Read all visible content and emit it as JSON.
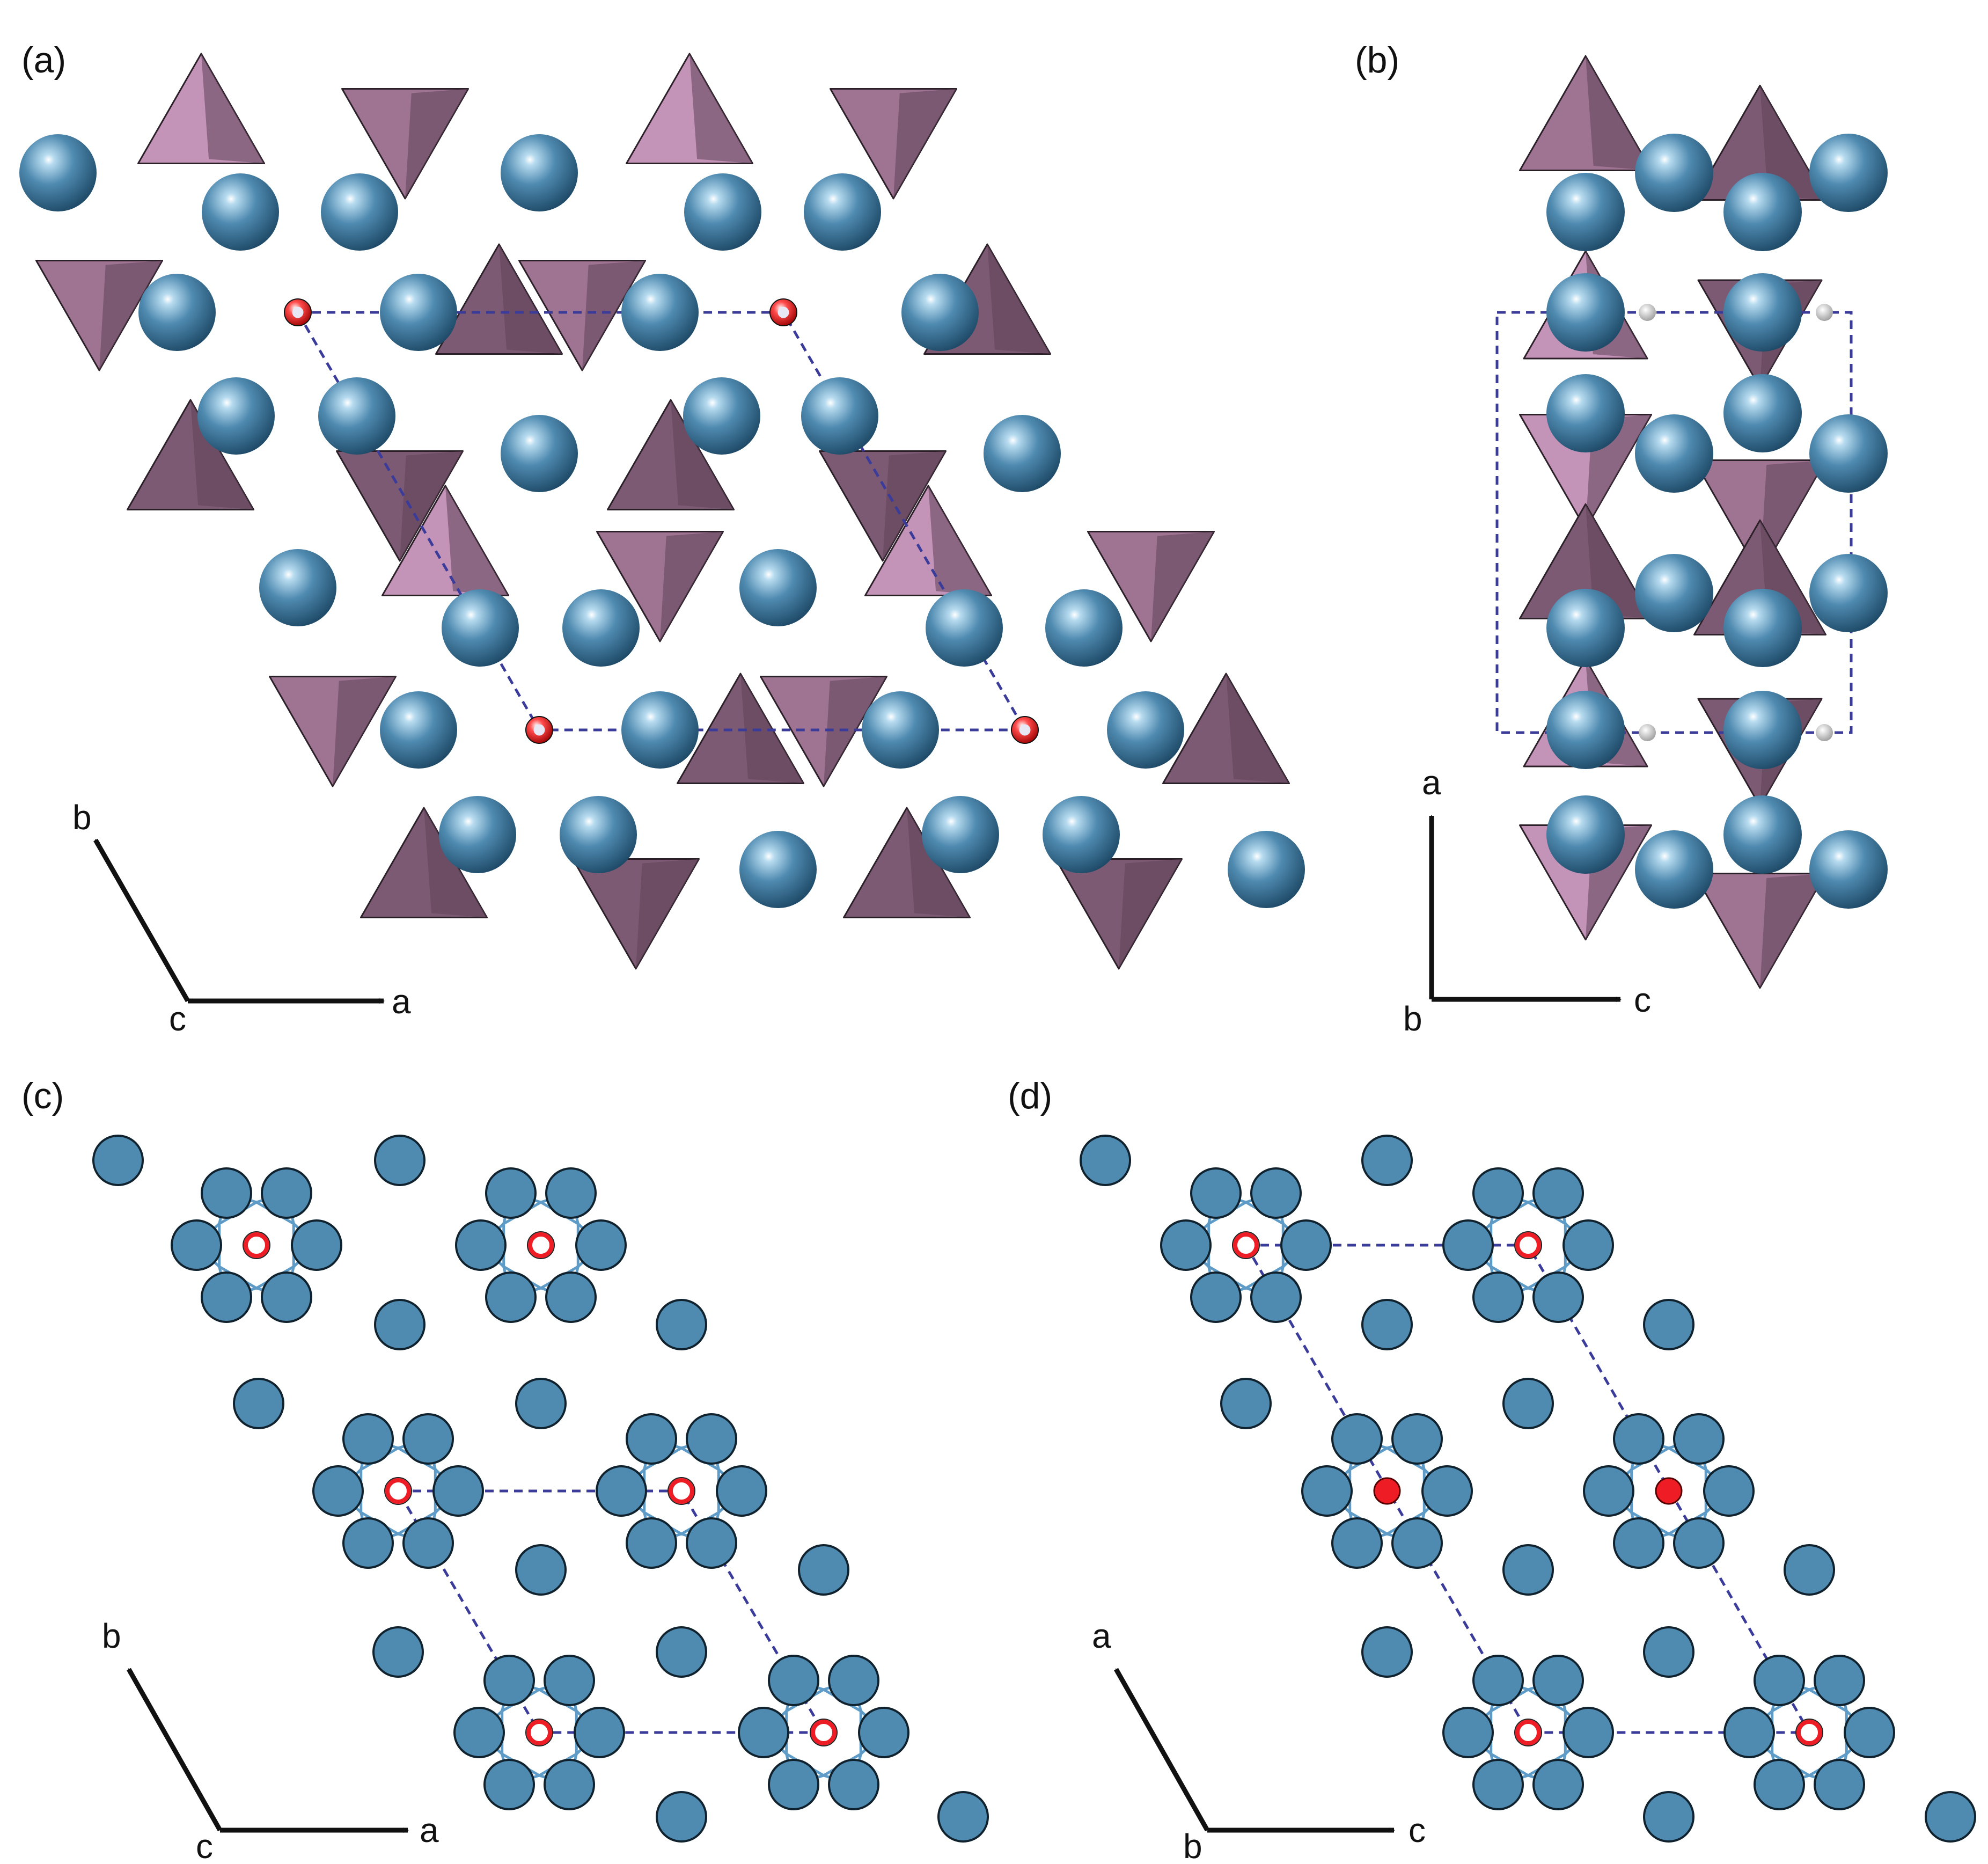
{
  "panels": {
    "a": {
      "label": "(a)",
      "axes": {
        "horizontal": "a",
        "diagonal": "b",
        "origin": "c"
      }
    },
    "b": {
      "label": "(b)",
      "axes": {
        "horizontal": "c",
        "vertical": "a",
        "origin": "b"
      }
    },
    "c": {
      "label": "(c)",
      "axes": {
        "horizontal": "a",
        "diagonal": "b",
        "origin": "c"
      }
    },
    "d": {
      "label": "(d)",
      "axes": {
        "horizontal": "c",
        "diagonal": "a",
        "origin": "b"
      }
    }
  },
  "colors": {
    "sphere": "#4f8ab0",
    "sphere_dark": "#1f4f70",
    "sphere_light": "#8fc0de",
    "tetra_light": "#c493b8",
    "tetra_mid": "#9f7493",
    "tetra_dark": "#7c5a73",
    "cell_line": "#3b3b9a",
    "ring_line": "#5e9bc7",
    "red_atom": "#ee1c24",
    "axis_arrow": "#111111"
  },
  "icons": {
    "atom": "sphere",
    "anion_group": "tetrahedron",
    "center_atom": "red-ring"
  }
}
